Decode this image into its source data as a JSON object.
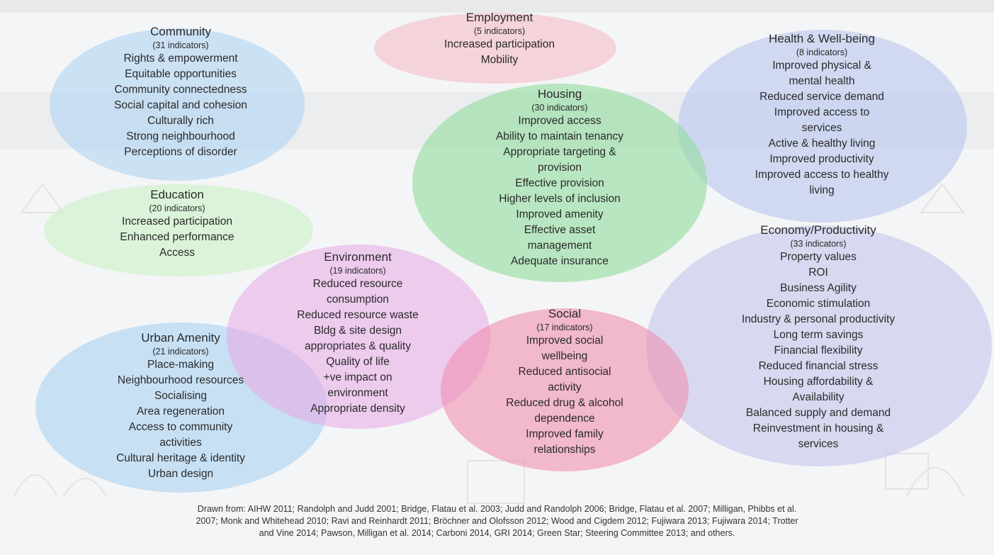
{
  "colors": {
    "community": "#a9d0f2",
    "employment": "#f4b6c2",
    "health": "#b9c6f0",
    "housing": "#8fdc9c",
    "education": "#c9f2c7",
    "environment": "#e7a8e6",
    "economy": "#c4c7ec",
    "social": "#f08fb0",
    "urban": "#a8d2f3"
  },
  "groups": {
    "community": {
      "title": "Community",
      "count": "(31 indicators)",
      "items": [
        "Rights & empowerment",
        "Equitable opportunities",
        "Community connectedness",
        "Social capital and cohesion",
        "Culturally rich",
        "Strong neighbourhood",
        "Perceptions of disorder"
      ]
    },
    "employment": {
      "title": "Employment",
      "count": "(5 indicators)",
      "items": [
        "Increased participation",
        "Mobility"
      ]
    },
    "health": {
      "title": "Health & Well-being",
      "count": "(8 indicators)",
      "items": [
        "Improved physical &",
        "mental health",
        "Reduced service demand",
        "Improved access to",
        "services",
        "Active & healthy living",
        "Improved productivity",
        "Improved access to healthy",
        "living"
      ]
    },
    "housing": {
      "title": "Housing",
      "count": "(30 indicators)",
      "items": [
        "Improved access",
        "Ability to maintain tenancy",
        "Appropriate targeting &",
        "provision",
        "Effective provision",
        "Higher levels of inclusion",
        "Improved amenity",
        "Effective asset",
        "management",
        "Adequate insurance"
      ]
    },
    "education": {
      "title": "Education",
      "count": "(20 indicators)",
      "items": [
        "Increased participation",
        "Enhanced performance",
        "Access"
      ]
    },
    "environment": {
      "title": "Environment",
      "count": "(19 indicators)",
      "items": [
        "Reduced resource",
        "consumption",
        "Reduced resource waste",
        "Bldg & site design",
        "appropriates & quality",
        "Quality of life",
        "+ve impact on",
        "environment",
        "Appropriate density"
      ]
    },
    "economy": {
      "title": "Economy/Productivity",
      "count": "(33 indicators)",
      "items": [
        "Property values",
        "ROI",
        "Business Agility",
        "Economic stimulation",
        "Industry & personal productivity",
        "Long term savings",
        "Financial flexibility",
        "Reduced financial stress",
        "Housing affordability &",
        "Availability",
        "Balanced supply and demand",
        "Reinvestment in housing &",
        "services"
      ]
    },
    "social": {
      "title": "Social",
      "count": "(17 indicators)",
      "items": [
        "Improved social",
        "wellbeing",
        "Reduced antisocial",
        "activity",
        "Reduced drug & alcohol",
        "dependence",
        "Improved family",
        "relationships"
      ]
    },
    "urban": {
      "title": "Urban Amenity",
      "count": "(21 indicators)",
      "items": [
        "Place-making",
        "Neighbourhood resources",
        "Socialising",
        "Area regeneration",
        "Access to community",
        "activities",
        "Cultural heritage & identity",
        "Urban design"
      ]
    }
  },
  "footer": {
    "line1": "Drawn from: AIHW 2011; Randolph and Judd 2001; Bridge, Flatau et al. 2003; Judd and Randolph 2006; Bridge, Flatau et al. 2007; Milligan, Phibbs et al.",
    "line2": "2007; Monk and Whitehead 2010; Ravi and Reinhardt 2011; Bröchner and Olofsson 2012; Wood and Cigdem 2012; Fujiwara 2013; Fujiwara 2014; Trotter",
    "line3": "and Vine 2014; Pawson, Milligan et al. 2014; Carboni 2014, GRI 2014; Green Star; Steering Committee 2013; and others."
  }
}
